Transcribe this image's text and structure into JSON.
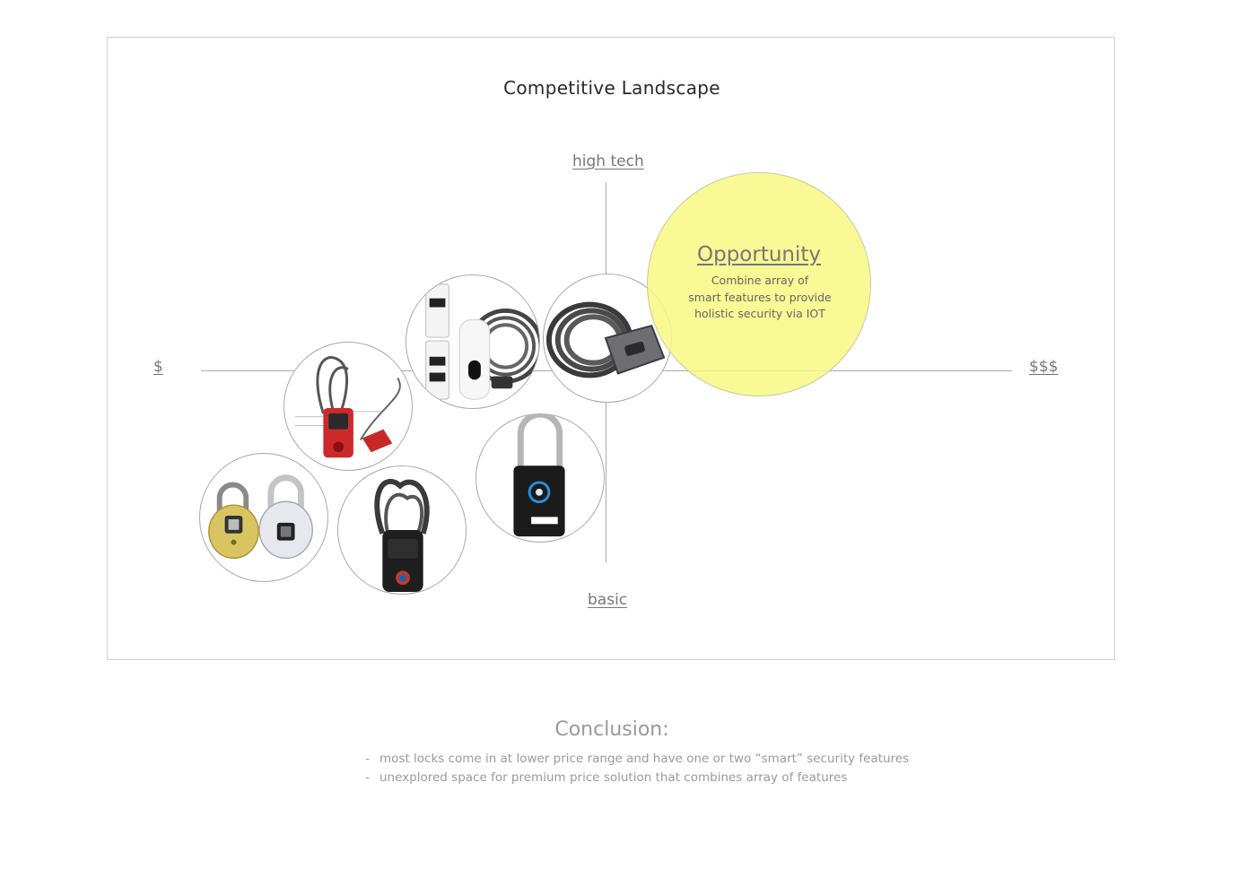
{
  "title": "Competitive Landscape",
  "axes": {
    "top": "high tech",
    "bottom": "basic",
    "left": "$",
    "right": "$$$"
  },
  "opportunity": {
    "title": "Opportunity",
    "description_lines": [
      "Combine array of",
      "smart features to provide",
      "holistic security  via IOT"
    ],
    "color": "#f8f882"
  },
  "products": [
    {
      "name": "fingerprint-padlock-pair"
    },
    {
      "name": "red-alarm-cable-lock"
    },
    {
      "name": "app-cable-lock"
    },
    {
      "name": "coiled-cable-lock"
    },
    {
      "name": "black-cable-padlock"
    },
    {
      "name": "masterlock-bluetooth-padlock"
    }
  ],
  "conclusion": {
    "title": "Conclusion:",
    "items": [
      "most locks come in at lower price range and have one or two “smart” security features",
      "unexplored space for premium price solution that combines array of features"
    ]
  }
}
